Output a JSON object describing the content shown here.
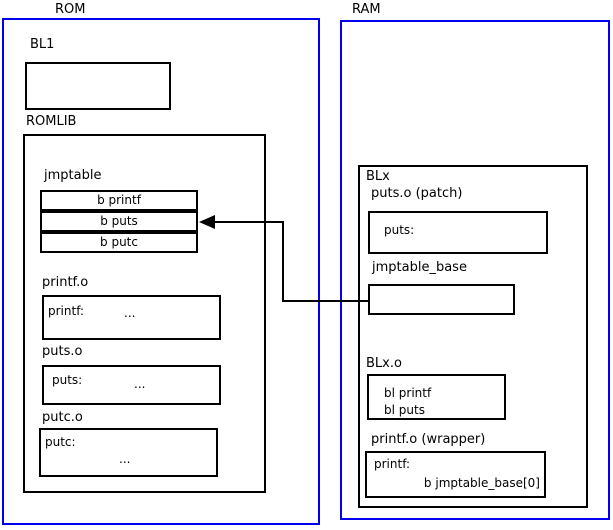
{
  "colors": {
    "frame": "#0000ee",
    "box": "#000000",
    "bg": "#ffffff",
    "ink": "#000000"
  },
  "rom": {
    "label": "ROM",
    "bl1": {
      "label": "BL1"
    },
    "romlib": {
      "label": "ROMLIB",
      "jmptable": {
        "label": "jmptable",
        "rows": [
          "b printf",
          "b puts",
          "b putc"
        ]
      },
      "printf_o": {
        "label": "printf.o",
        "symbol": "printf:",
        "body": "..."
      },
      "puts_o": {
        "label": "puts.o",
        "symbol": "puts:",
        "body": "..."
      },
      "putc_o": {
        "label": "putc.o",
        "symbol": "putc:",
        "body": "..."
      }
    }
  },
  "ram": {
    "label": "RAM",
    "blx": {
      "label": "BLx",
      "puts_patch": {
        "label": "puts.o (patch)",
        "symbol": "puts:"
      },
      "jmptable_base": {
        "label": "jmptable_base"
      },
      "blx_o": {
        "label": "BLx.o",
        "lines": [
          "bl printf",
          "bl puts"
        ]
      },
      "printf_wrapper": {
        "label": "printf.o (wrapper)",
        "symbol": "printf:",
        "body": "b jmptable_base[0]"
      }
    }
  }
}
